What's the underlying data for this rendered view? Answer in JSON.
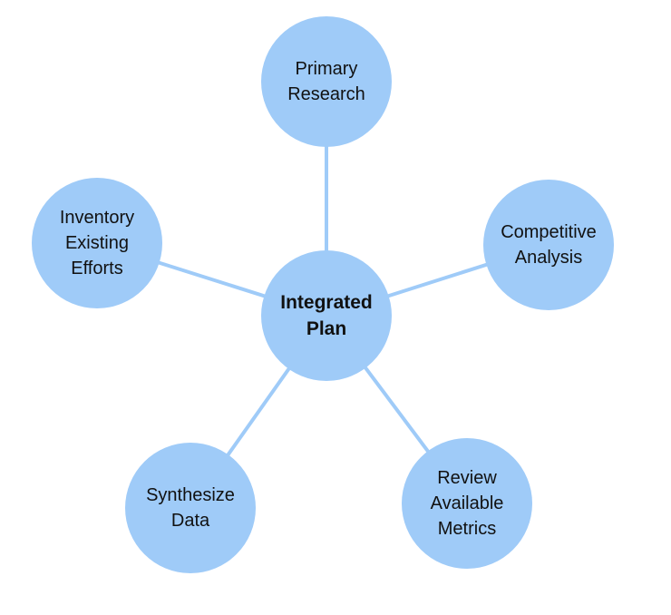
{
  "colors": {
    "node_fill": "#9fcbf8",
    "connector": "#9fcbf8",
    "text": "#111111",
    "background": "#ffffff"
  },
  "center": {
    "label": "Integrated\nPlan"
  },
  "satellites": [
    {
      "label": "Primary\nResearch"
    },
    {
      "label": "Competitive\nAnalysis"
    },
    {
      "label": "Review\nAvailable\nMetrics"
    },
    {
      "label": "Synthesize\nData"
    },
    {
      "label": "Inventory\nExisting\nEfforts"
    }
  ]
}
